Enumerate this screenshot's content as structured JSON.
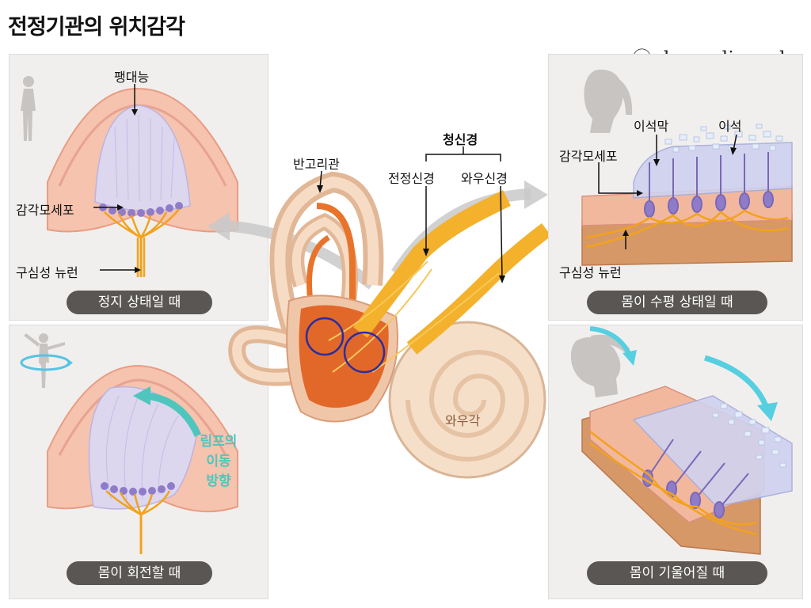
{
  "title": "전정기관의 위치감각",
  "credit": "ⓒ doopedia.co.kr",
  "left_top": {
    "label_cupula": "팽대능",
    "label_hair_cell": "감각모세포",
    "label_neuron": "구심성 뉴런",
    "caption": "정지 상태일 때"
  },
  "left_bottom": {
    "lymph_line1": "림프의",
    "lymph_line2": "이동",
    "lymph_line3": "방향",
    "caption": "몸이 회전할 때"
  },
  "center": {
    "label_canal": "반고리관",
    "label_cochlear_nerve_group": "청신경",
    "label_vestibular_nerve": "전정신경",
    "label_cochlear_nerve": "와우신경",
    "label_cochlea": "와우각"
  },
  "right_top": {
    "label_otolith_membrane": "이석막",
    "label_otolith": "이석",
    "label_hair_cell": "감각모세포",
    "label_neuron": "구심성 뉴런",
    "caption": "몸이 수평 상태일 때"
  },
  "right_bottom": {
    "caption": "몸이 기울어질 때"
  },
  "colors": {
    "caption_bg": "#595653",
    "lymph_text": "#4fc6bd",
    "panel_bg": "#f1efee",
    "tissue": "#f2b89e",
    "nerve": "#f2a21c",
    "hair": "#8f7cc9",
    "circle": "#2a2e9e"
  }
}
